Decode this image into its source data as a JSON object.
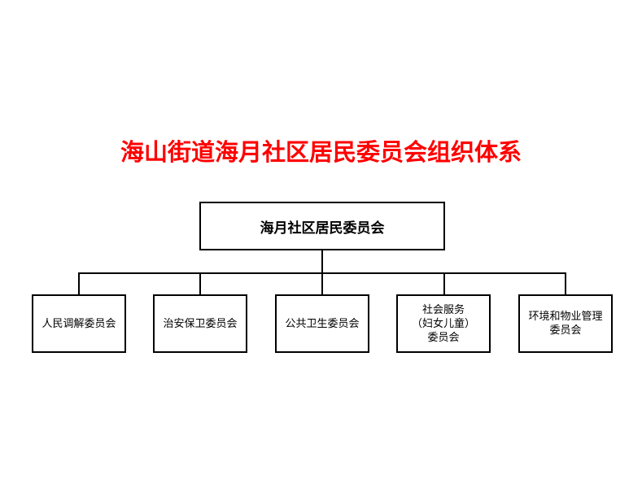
{
  "title": "海山街道海月社区居民委员会组织体系",
  "root": "海月社区居民委员会",
  "children": [
    {
      "lines": [
        "人民调解委员会"
      ]
    },
    {
      "lines": [
        "治安保卫委员会"
      ]
    },
    {
      "lines": [
        "公共卫生委员会"
      ]
    },
    {
      "lines": [
        "社会服务",
        "（妇女儿童）",
        "委员会"
      ]
    },
    {
      "lines": [
        "环境和物业管理",
        "委员会"
      ]
    }
  ]
}
